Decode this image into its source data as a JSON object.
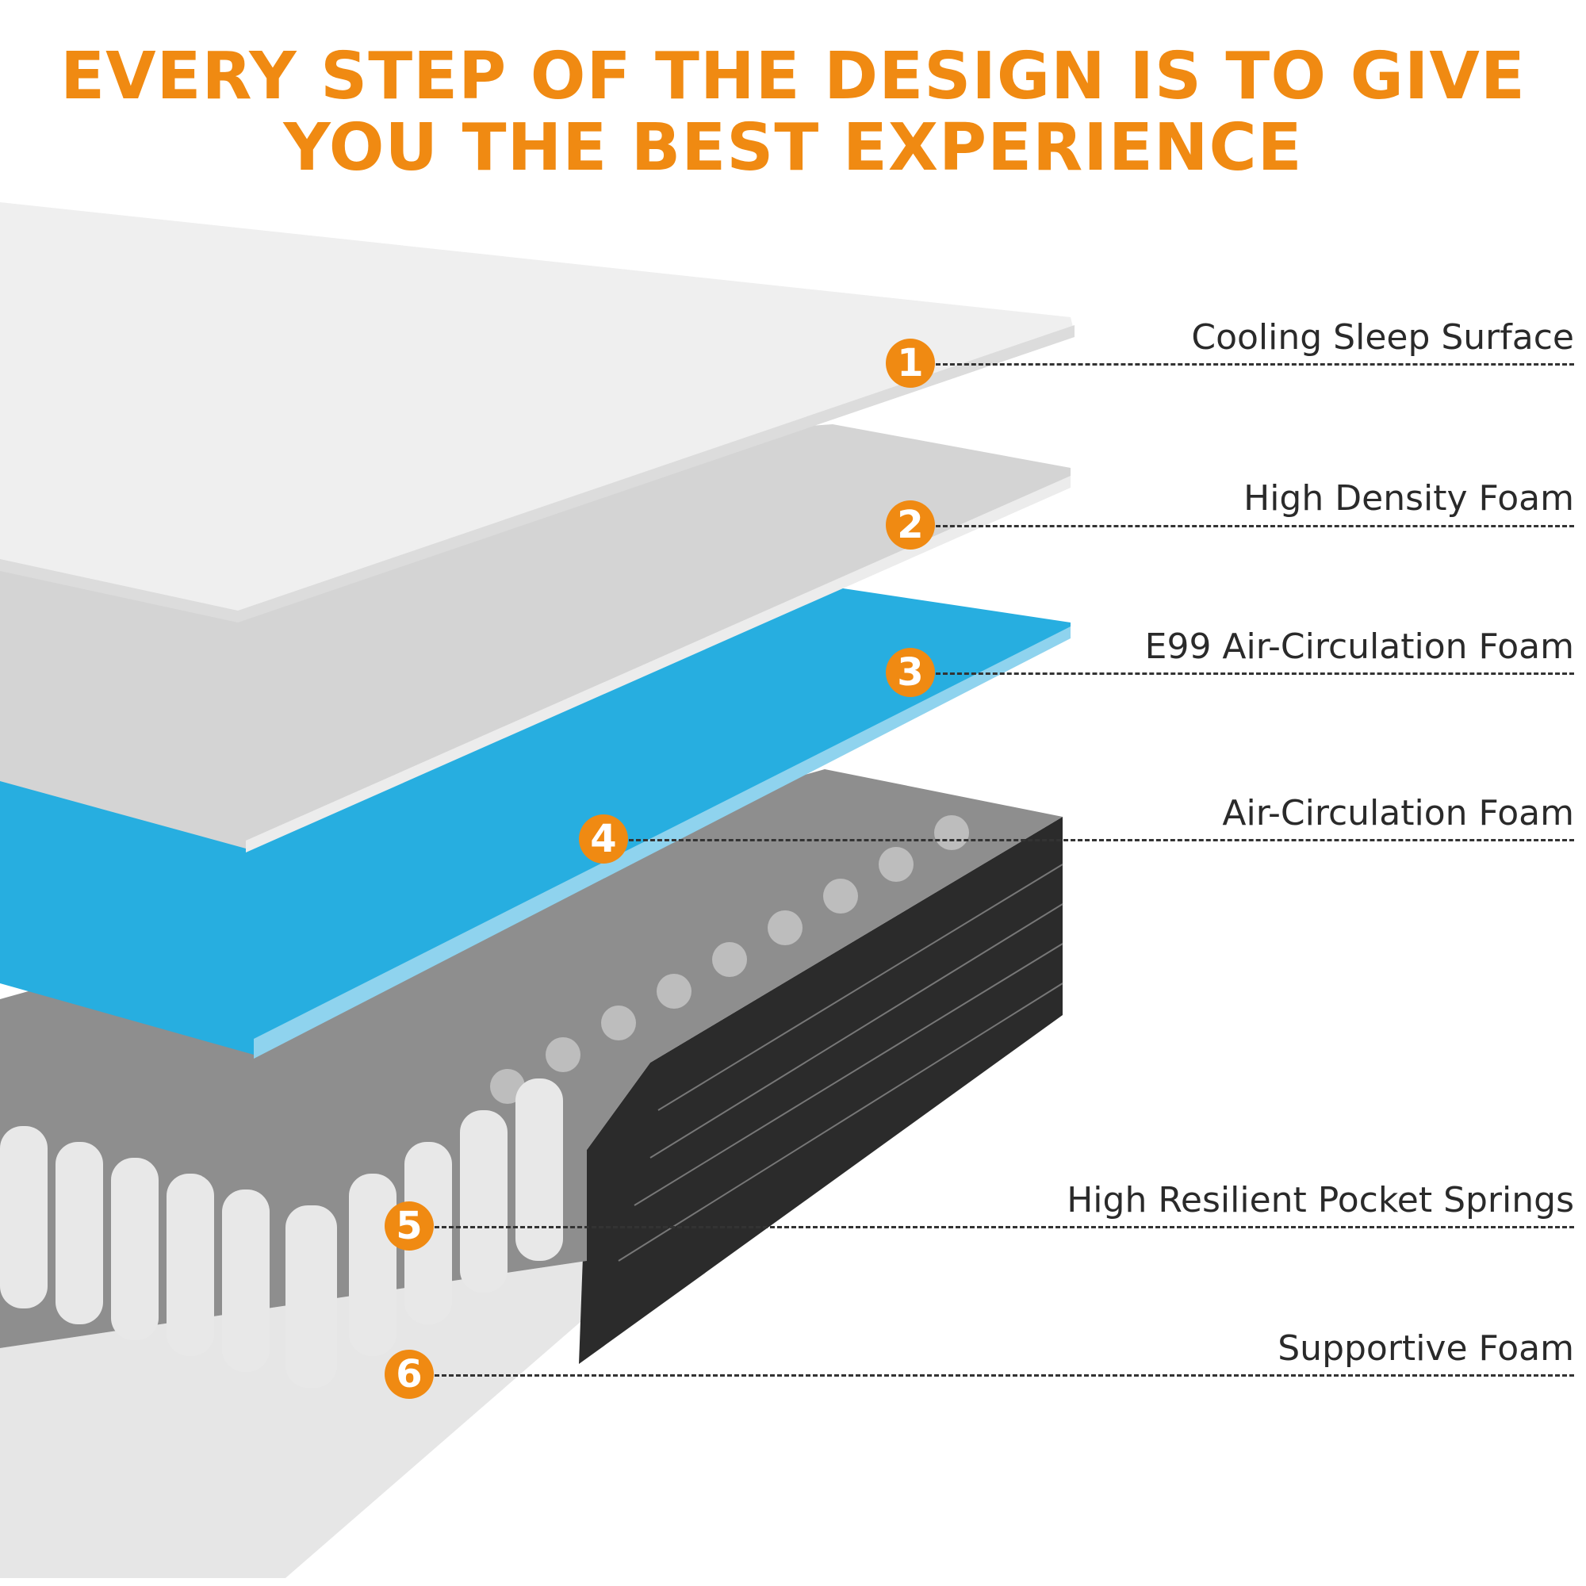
{
  "headline": {
    "line1": "EVERY STEP OF THE DESIGN IS TO GIVE",
    "line2": "YOU THE BEST EXPERIENCE"
  },
  "accent_color": "#f08a12",
  "layers": [
    {
      "number": "1",
      "label": "Cooling Sleep Surface"
    },
    {
      "number": "2",
      "label": "High Density Foam"
    },
    {
      "number": "3",
      "label": "E99 Air-Circulation Foam"
    },
    {
      "number": "4",
      "label": "Air-Circulation Foam"
    },
    {
      "number": "5",
      "label": "High Resilient Pocket Springs"
    },
    {
      "number": "6",
      "label": "Supportive Foam"
    }
  ],
  "layer_colors": {
    "cooling": "#efefef",
    "high_density": "#d4d4d4",
    "e99": "#27aee0",
    "springs": "#8a8a8a",
    "side": "#2b2b2b"
  }
}
